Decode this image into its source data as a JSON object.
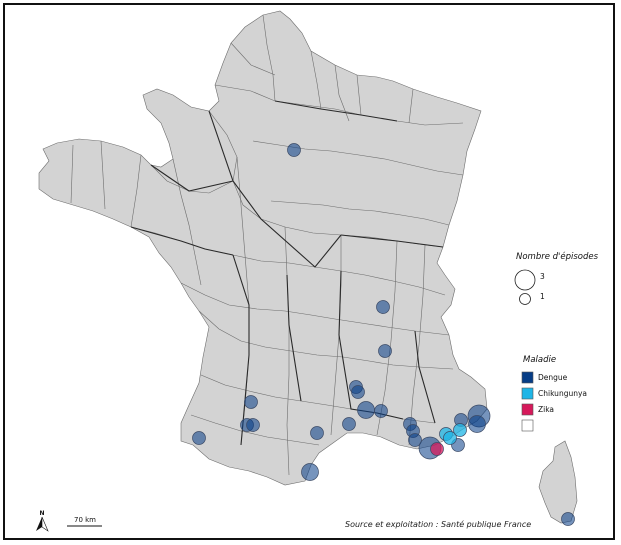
{
  "legend_size": {
    "title": "Nombre d'épisodes",
    "items": [
      {
        "label": "3",
        "episodes": 3
      },
      {
        "label": "1",
        "episodes": 1
      }
    ]
  },
  "legend_disease": {
    "title": "Maladie",
    "items": [
      {
        "label": "Dengue",
        "color": "#063d86"
      },
      {
        "label": "Chikungunya",
        "color": "#1fb5e6"
      },
      {
        "label": "Zika",
        "color": "#d6195b"
      },
      {
        "label": "",
        "color": "#ffffff"
      }
    ]
  },
  "scale": {
    "label": "70 km"
  },
  "north": {
    "label": "N"
  },
  "source": "Source et exploitation : Santé publique France",
  "colors": {
    "land": "#d3d3d3",
    "dep_border": "#6d6d6d",
    "region_border": "#2a2a2a",
    "frame": "#111111"
  },
  "episodes": [
    {
      "disease": "Dengue",
      "episodes": 1,
      "place": "Paris area"
    },
    {
      "disease": "Dengue",
      "episodes": 1,
      "place": "Rhône"
    },
    {
      "disease": "Dengue",
      "episodes": 1,
      "place": "Drôme"
    },
    {
      "disease": "Dengue",
      "episodes": 1,
      "place": "Gard"
    },
    {
      "disease": "Dengue",
      "episodes": 1,
      "place": "Gard"
    },
    {
      "disease": "Dengue",
      "episodes": 2,
      "place": "Bouches-du-Rhône"
    },
    {
      "disease": "Dengue",
      "episodes": 1,
      "place": "Bouches-du-Rhône"
    },
    {
      "disease": "Dengue",
      "episodes": 1,
      "place": "Vaucluse"
    },
    {
      "disease": "Dengue",
      "episodes": 1,
      "place": "Haute-Garonne"
    },
    {
      "disease": "Dengue",
      "episodes": 1,
      "place": "Tarn-et-Garonne"
    },
    {
      "disease": "Dengue",
      "episodes": 1,
      "place": "Tarn"
    },
    {
      "disease": "Dengue",
      "episodes": 1,
      "place": "Aude"
    },
    {
      "disease": "Dengue",
      "episodes": 2,
      "place": "Pyrénées-Orientales"
    },
    {
      "disease": "Dengue",
      "episodes": 1,
      "place": "Pyrénées-Atlantiques"
    },
    {
      "disease": "Dengue",
      "episodes": 1,
      "place": "Var"
    },
    {
      "disease": "Dengue",
      "episodes": 1,
      "place": "Var"
    },
    {
      "disease": "Dengue",
      "episodes": 1,
      "place": "Var"
    },
    {
      "disease": "Dengue",
      "episodes": 3,
      "place": "Var (Toulon)"
    },
    {
      "disease": "Dengue",
      "episodes": 1,
      "place": "Var"
    },
    {
      "disease": "Dengue",
      "episodes": 3,
      "place": "Alpes-Maritimes"
    },
    {
      "disease": "Dengue",
      "episodes": 2,
      "place": "Alpes-Maritimes"
    },
    {
      "disease": "Dengue",
      "episodes": 1,
      "place": "Alpes-Maritimes"
    },
    {
      "disease": "Dengue",
      "episodes": 1,
      "place": "Corse-du-Sud"
    },
    {
      "disease": "Chikungunya",
      "episodes": 1,
      "place": "Var"
    },
    {
      "disease": "Chikungunya",
      "episodes": 1,
      "place": "Var"
    },
    {
      "disease": "Chikungunya",
      "episodes": 1,
      "place": "Var"
    },
    {
      "disease": "Zika",
      "episodes": 1,
      "place": "Var (Hyères)"
    }
  ]
}
